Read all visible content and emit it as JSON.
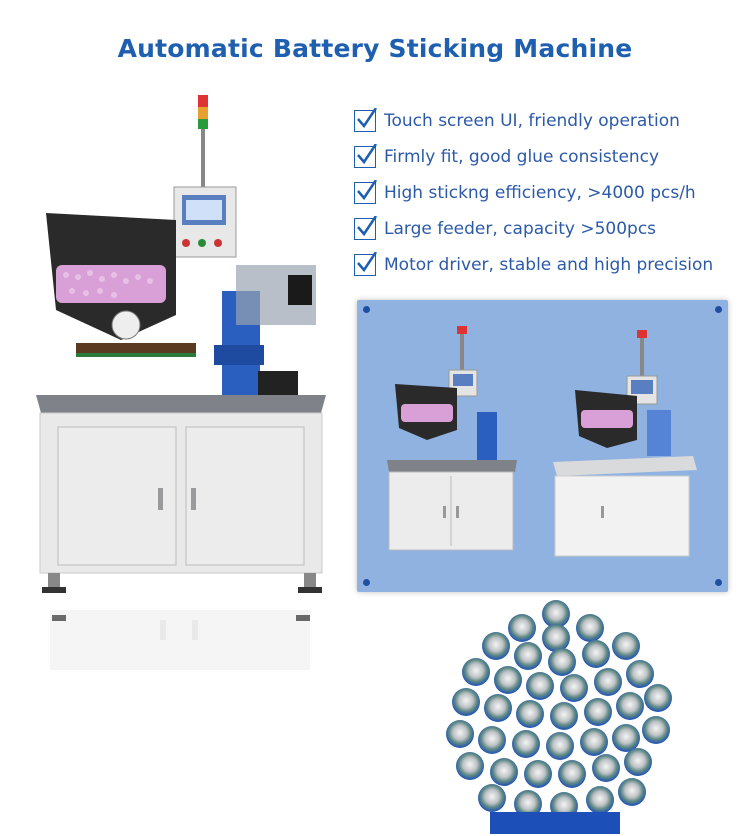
{
  "title": "Automatic Battery Sticking Machine",
  "features": [
    "Touch screen UI, friendly operation",
    "Firmly fit, good glue consistency",
    "High stickng efficiency, >4000 pcs/h",
    "Large feeder, capacity >500pcs",
    "Motor driver, stable and high precision"
  ],
  "colors": {
    "title": "#1f5fb0",
    "feature_text": "#2c5aa8",
    "panel_background": "#8fb2e0",
    "battery_blue": "#1c4fb8"
  }
}
